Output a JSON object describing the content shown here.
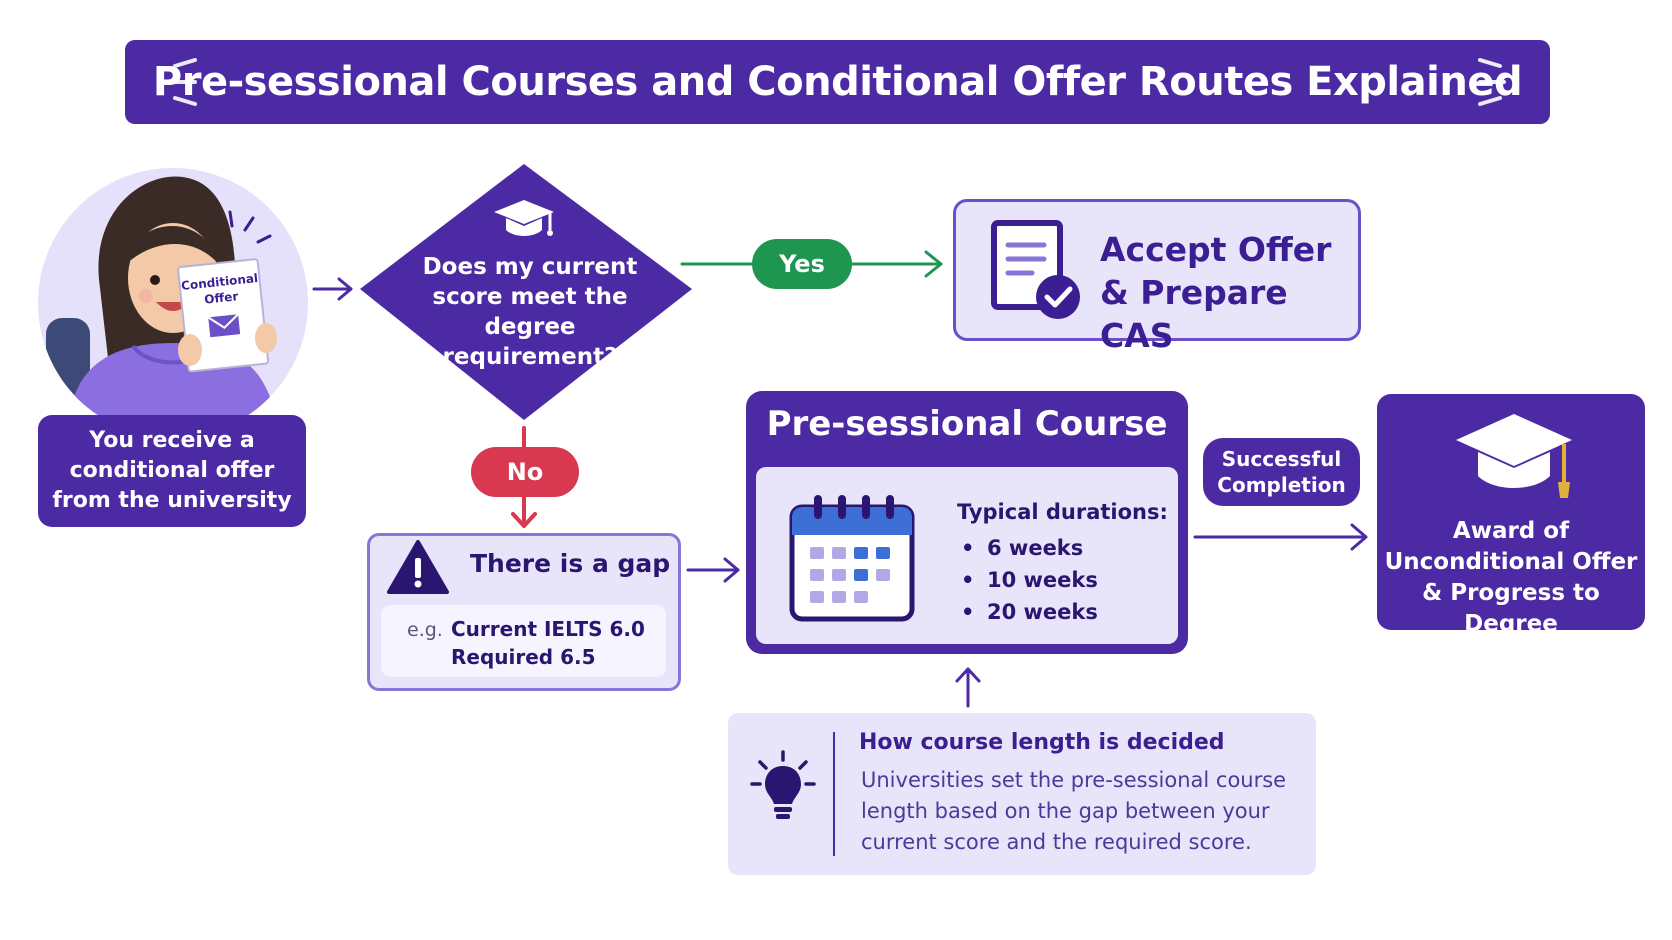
{
  "title": "Pre-sessional Courses and Conditional Offer Routes Explained",
  "colors": {
    "primary": "#4b2aa3",
    "light": "#e8e4fa",
    "yes": "#1e9650",
    "no": "#d83850"
  },
  "student": {
    "letter_line1": "Conditional",
    "letter_line2": "Offer",
    "label": "You receive a conditional offer from the university"
  },
  "decision": {
    "icon": "graduation-cap-icon",
    "question": "Does my current score meet the degree requirement?"
  },
  "branches": {
    "yes": "Yes",
    "no": "No"
  },
  "accept": {
    "icon": "document-check-icon",
    "text": "Accept Offer & Prepare CAS"
  },
  "gap": {
    "icon": "warning-icon",
    "title": "There is a gap",
    "example_prefix": "e.g.",
    "example_line1": "Current IELTS 6.0",
    "example_line2": "Required 6.5"
  },
  "course": {
    "title": "Pre-sessional Course",
    "icon": "calendar-icon",
    "durations_title": "Typical durations:",
    "durations": [
      "6 weeks",
      "10 weeks",
      "20 weeks"
    ]
  },
  "completion": "Successful Completion",
  "award": {
    "icon": "graduation-cap-icon",
    "text": "Award of Unconditional Offer & Progress to Degree"
  },
  "info": {
    "icon": "lightbulb-icon",
    "title": "How course length is decided",
    "body": "Universities set the pre-sessional course length based on the gap between your current score and the required score."
  }
}
